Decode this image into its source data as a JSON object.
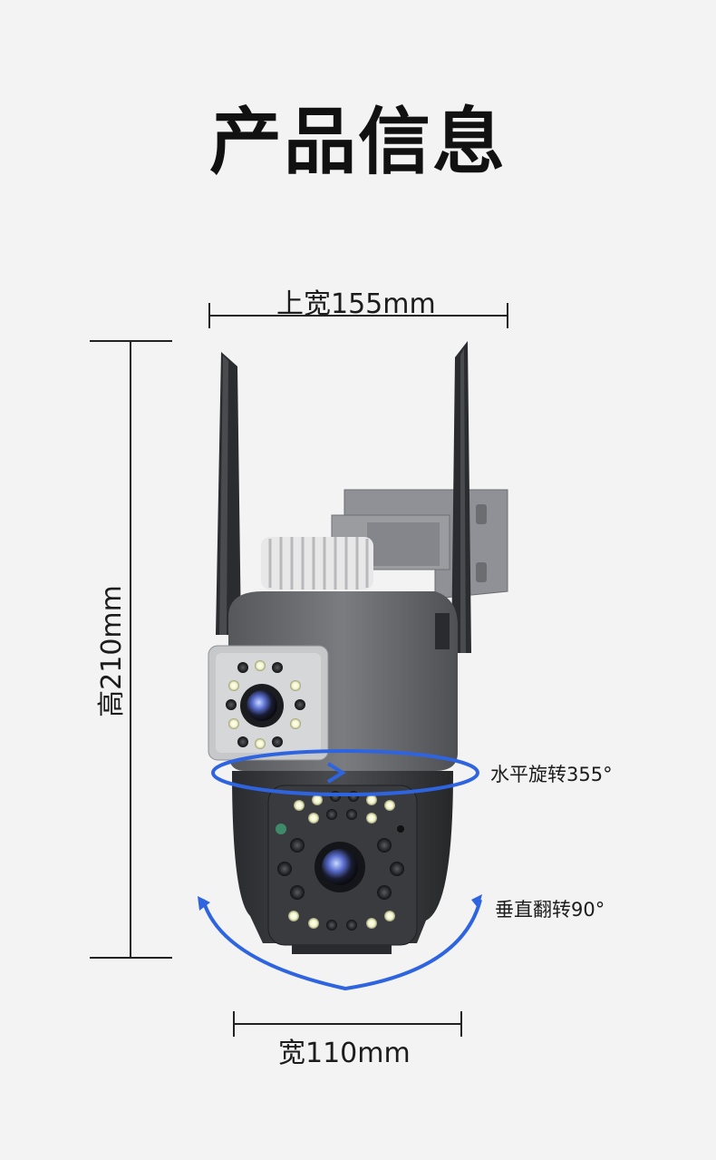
{
  "page": {
    "title": "产品信息"
  },
  "dimensions": {
    "top_width": "上宽155mm",
    "height": "高210mm",
    "bottom_width": "宽110mm"
  },
  "rotation": {
    "horizontal": "水平旋转355°",
    "vertical": "垂直翻转90°"
  },
  "colors": {
    "background": "#f3f3f3",
    "arrow_blue": "#2f64e0",
    "camera_body": "#6e7074"
  }
}
